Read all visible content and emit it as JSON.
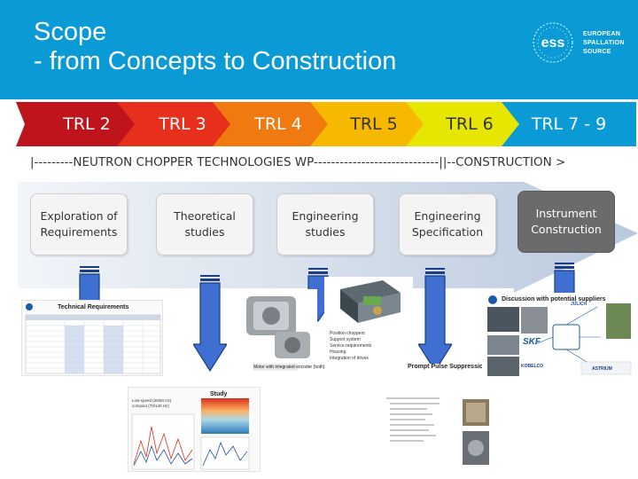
{
  "header": {
    "title_line1": "Scope",
    "title_line2": "- from Concepts to Construction",
    "logo_mark": "ess",
    "logo_lines": [
      "EUROPEAN",
      "SPALLATION",
      "SOURCE"
    ],
    "background": "#0a9bd6"
  },
  "trl_levels": [
    "TRL 2",
    "TRL 3",
    "TRL 4",
    "TRL 5",
    "TRL 6",
    "TRL 7 - 9"
  ],
  "trl_colors": [
    "#c0141c",
    "#e7301c",
    "#f07a10",
    "#f7b800",
    "#e6e600",
    "#0a9bd6"
  ],
  "work_package_line": "|---------NEUTRON CHOPPER TECHNOLOGIES WP-----------------------------||--CONSTRUCTION >",
  "phases": [
    {
      "label": "Exploration of Requirements"
    },
    {
      "label": "Theoretical studies"
    },
    {
      "label": "Engineering studies"
    },
    {
      "label": "Engineering Specification"
    },
    {
      "label": "Instrument Construction"
    }
  ],
  "thumbnails": {
    "requirements_title": "Technical Requirements",
    "study_title": "Study",
    "study_legend": [
      "Low-speed (25/50 Hz)",
      "compact (70/140 Hz)"
    ],
    "engineering_list": [
      "Position choppers",
      "Support system",
      "Service requirements",
      "Housing",
      "Integration of drives"
    ],
    "engineering_note": "Motor with integrated encoder (both)",
    "pulse_title": "Prompt Pulse Suppression",
    "suppliers_title": "Discussion with potential suppliers",
    "supplier_names": [
      "JÜLICH",
      "SKF",
      "KOBELCO",
      "ASTRIUM"
    ]
  }
}
